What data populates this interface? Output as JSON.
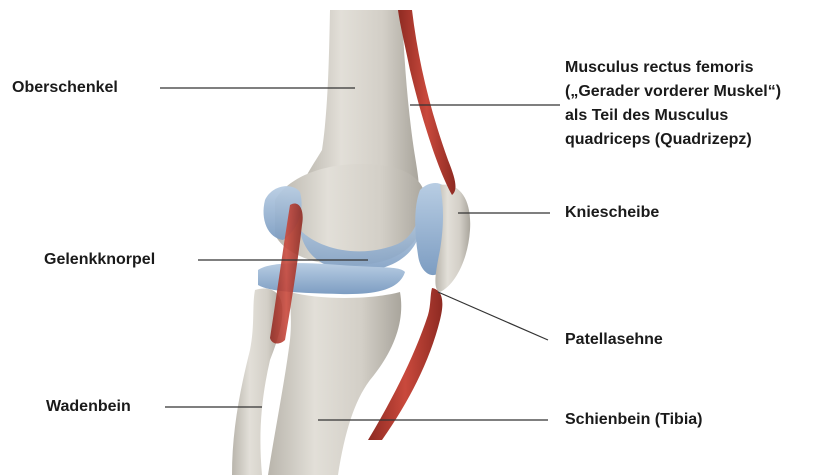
{
  "colors": {
    "bone": "#d9d6cf",
    "bone_shadow": "#b7b3aa",
    "cartilage": "#9dbad8",
    "cartilage_dark": "#7f9fc4",
    "muscle": "#b83a30",
    "muscle_dark": "#8e2a22",
    "leader_line": "#333333",
    "text": "#1a1a1a"
  },
  "labels": {
    "oberschenkel": "Oberschenkel",
    "gelenkknorpel": "Gelenkknorpel",
    "wadenbein": "Wadenbein",
    "rectus_line1": "Musculus rectus femoris",
    "rectus_line2": "(„Gerader vorderer Muskel“)",
    "rectus_line3": "als Teil des Musculus",
    "rectus_line4": "quadriceps (Quadrizepz)",
    "kniescheibe": "Kniescheibe",
    "patellasehne": "Patellasehne",
    "schienbein": "Schienbein (Tibia)"
  }
}
